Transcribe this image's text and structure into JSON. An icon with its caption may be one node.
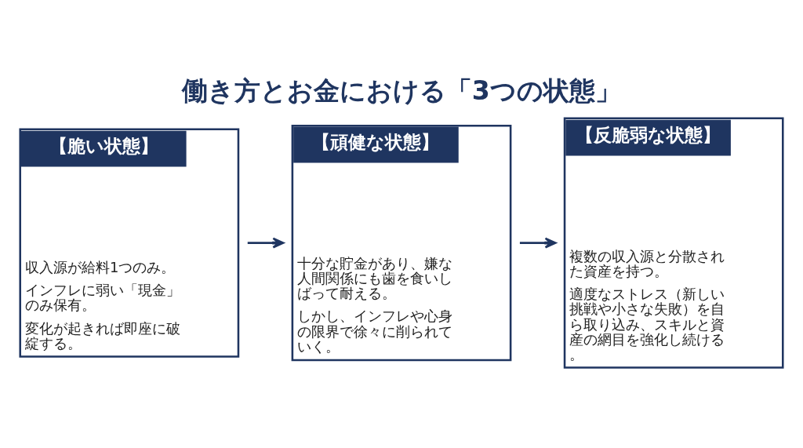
{
  "diagram": {
    "title": "働き方とお金における「3つの状態」",
    "nodes": [
      {
        "text": [
          "【脆い状態】",
          "収入源が給料1つのみ。",
          "インフレに弱い「現金」のみ保有。",
          "変化が起きれば即座に破綻する。"
        ]
      },
      {
        "text": [
          "【頑健な状態】",
          "十分な貯金があり、嫌な人間関係にも歯を食いしばって耐える。",
          "しかし、インフレや心身の限界で徐々に削られていく。"
        ]
      },
      {
        "text": [
          "【反脆弱な状態】",
          "複数の収入源と分散された資産を持つ。",
          "適度なストレス（新しい挑戦や小さな失敗）を自ら取り込み、スキルと資産の網目を強化し続ける。"
        ]
      }
    ],
    "edges": [
      {
        "from": 0,
        "to": 1,
        "arrow": "to"
      },
      {
        "from": 1,
        "to": 2,
        "arrow": "to"
      }
    ]
  }
}
